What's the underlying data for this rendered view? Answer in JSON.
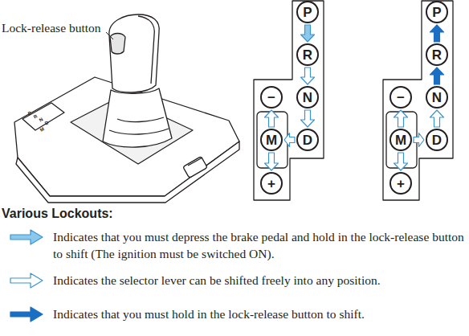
{
  "diagram": {
    "nodes": [
      {
        "text": [
          "P"
        ]
      },
      {
        "text": [
          "R"
        ]
      },
      {
        "text": [
          "N"
        ]
      },
      {
        "text": [
          "D"
        ]
      },
      {
        "text": [
          "−"
        ]
      },
      {
        "text": [
          "M"
        ]
      },
      {
        "text": [
          "+"
        ]
      },
      {
        "text": [
          "P"
        ]
      },
      {
        "text": [
          "R"
        ]
      },
      {
        "text": [
          "N"
        ]
      },
      {
        "text": [
          "D"
        ]
      },
      {
        "text": [
          "−"
        ]
      },
      {
        "text": [
          "M"
        ]
      },
      {
        "text": [
          "+"
        ]
      }
    ],
    "edges": [
      {
        "from": 0,
        "to": 1,
        "arrow": "to"
      },
      {
        "from": 1,
        "to": 2,
        "arrow": "to"
      },
      {
        "from": 2,
        "to": 3,
        "arrow": "to"
      },
      {
        "from": 3,
        "to": 5,
        "arrow": "to"
      },
      {
        "from": 5,
        "to": 4,
        "arrow": "to"
      },
      {
        "from": 5,
        "to": 6,
        "arrow": "to"
      },
      {
        "from": 8,
        "to": 7,
        "arrow": "to"
      },
      {
        "from": 9,
        "to": 8,
        "arrow": "to"
      },
      {
        "from": 10,
        "to": 9,
        "arrow": "to"
      },
      {
        "from": 12,
        "to": 10,
        "arrow": "to"
      },
      {
        "from": 12,
        "to": 11,
        "arrow": "to"
      },
      {
        "from": 12,
        "to": 13,
        "arrow": "to"
      }
    ],
    "labels": [
      "Lock-release button",
      "P",
      "R",
      "N",
      "D",
      "M",
      "Various Lockouts:"
    ],
    "legend": [
      {
        "text": "Indicates that you must depress the brake pedal and hold in the lock-release button to shift (The ignition must be switched ON)."
      },
      {
        "text": "Indicates the selector lever can be shifted freely into any position."
      },
      {
        "text": "Indicates that you must hold in the lock-release button to shift."
      }
    ]
  }
}
